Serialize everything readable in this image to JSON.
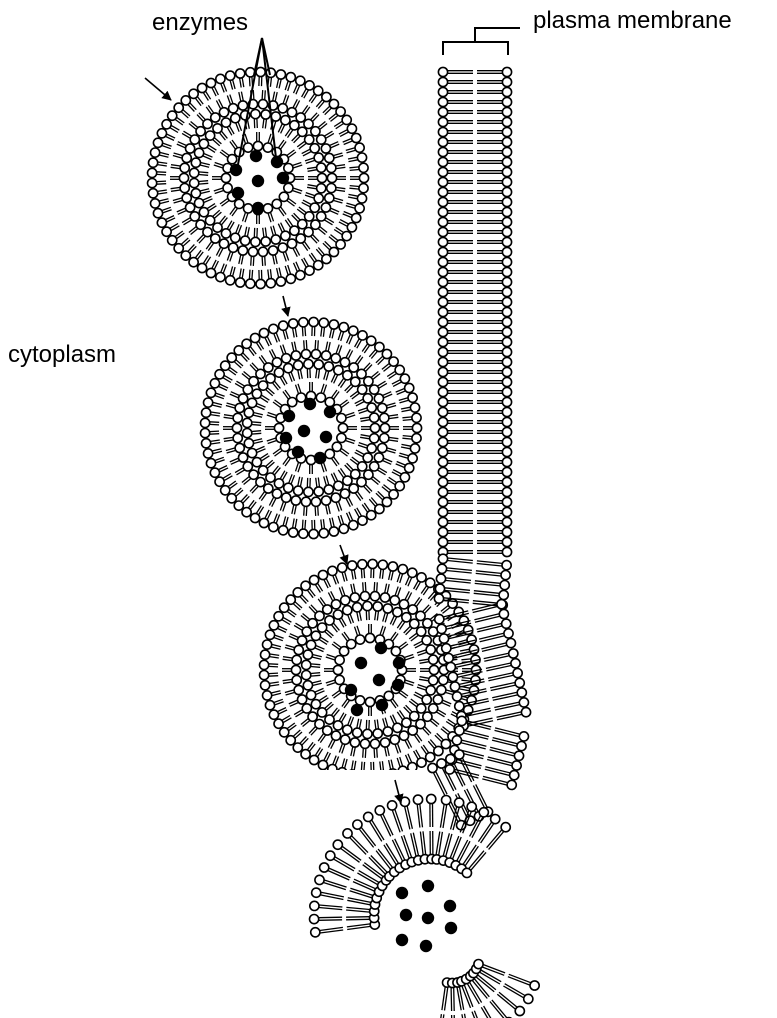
{
  "labels": {
    "enzymes": "enzymes",
    "plasma_membrane": "plasma membrane",
    "cytoplasm": "cytoplasm"
  },
  "colors": {
    "ink": "#000000",
    "background": "#ffffff"
  }
}
